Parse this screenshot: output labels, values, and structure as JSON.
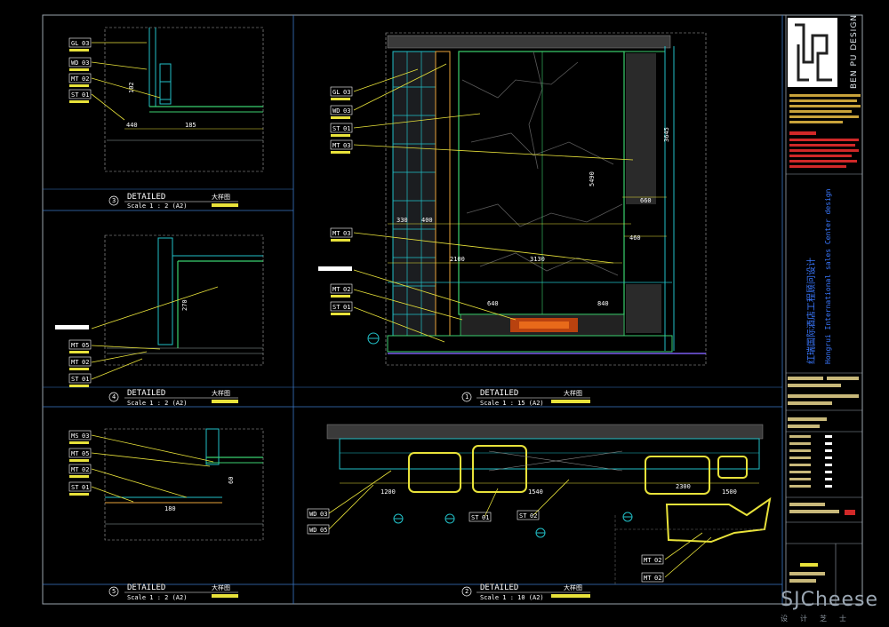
{
  "titleblock": {
    "brand": "BEN PU DESIGN",
    "project_cn": "红瑞国际酒店工程顾问设计",
    "project_en": "Hongrui International sales Center design"
  },
  "details": [
    {
      "title": "DETAILED",
      "cn": "大样图",
      "scale": "Scale 1 : 2 (A2)",
      "num": "3"
    },
    {
      "title": "DETAILED",
      "cn": "大样图",
      "scale": "Scale 1 : 2 (A2)",
      "num": "4"
    },
    {
      "title": "DETAILED",
      "cn": "大样图",
      "scale": "Scale 1 : 2 (A2)",
      "num": "5"
    },
    {
      "title": "DETAILED",
      "cn": "大样图",
      "scale": "Scale 1 : 15 (A2)",
      "num": "1"
    },
    {
      "title": "DETAILED",
      "cn": "大样图",
      "scale": "Scale 1 : 10 (A2)",
      "num": "2"
    }
  ],
  "tags": {
    "ms": "MS",
    "mt": "MT",
    "st": "ST",
    "wd": "WD",
    "gl": "GL",
    "c01": "01",
    "c02": "02",
    "c03": "03",
    "c05": "05"
  },
  "dims": {
    "d1": "440",
    "d2": "185",
    "d3": "102",
    "d4": "270",
    "d5": "180",
    "d6": "60",
    "e1": "5490",
    "e2": "3130",
    "e3": "2100",
    "e4": "640",
    "e5": "840",
    "e6": "460",
    "e7": "660",
    "e8": "3645",
    "e9": "330",
    "e10": "400",
    "p1": "1200",
    "p2": "1540",
    "p3": "2300",
    "p4": "1500"
  },
  "watermark": {
    "main": "SJCheese",
    "sub": "设计芝士"
  }
}
